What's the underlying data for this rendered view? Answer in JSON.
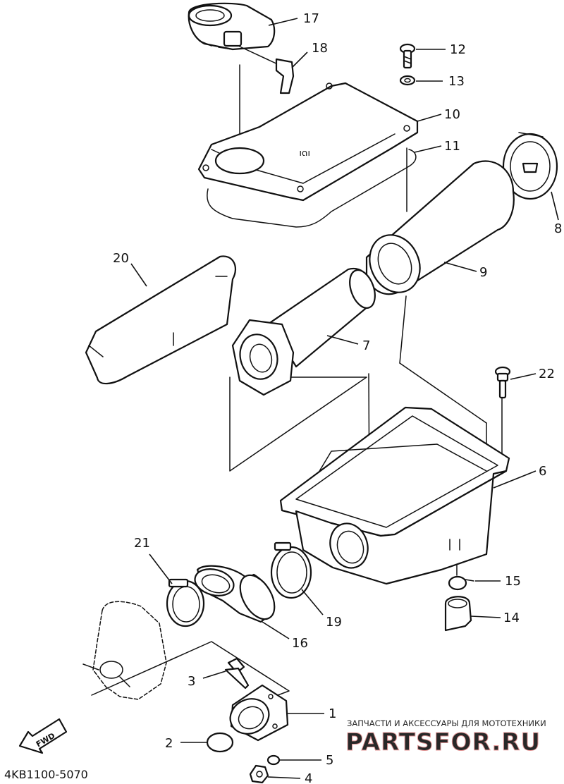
{
  "callouts": [
    "1",
    "2",
    "3",
    "4",
    "5",
    "6",
    "7",
    "8",
    "9",
    "10",
    "11",
    "12",
    "13",
    "14",
    "15",
    "16",
    "17",
    "18",
    "19",
    "20",
    "21",
    "22"
  ],
  "diagram_code": "4KB1100-5070",
  "fwd_label": "FWD",
  "cover_marking": "וטו",
  "watermark": {
    "tagline": "ЗАПЧАСТИ И АКСЕССУАРЫ ДЛЯ МОТОТЕХНИКИ",
    "brand": "PARTSFOR.RU"
  }
}
